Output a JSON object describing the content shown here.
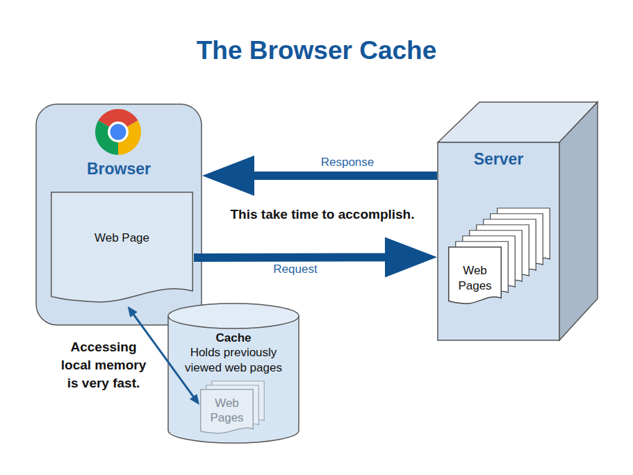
{
  "diagram": {
    "title": "The Browser Cache",
    "nodes": [
      {
        "text": [
          "Browser"
        ]
      },
      {
        "text": [
          "Web Page"
        ],
        "in": 0
      },
      {
        "text": [
          "Server"
        ]
      },
      {
        "text": [
          "Web Pages"
        ],
        "in": 2
      },
      {
        "text": [
          "Cache",
          "Holds previously viewed web pages"
        ]
      },
      {
        "text": [
          "Web Pages"
        ],
        "in": 4
      }
    ],
    "edges": [
      {
        "from": 2,
        "to": 0,
        "label": "Response",
        "arrow": "to"
      },
      {
        "from": 1,
        "to": 2,
        "label": "Request",
        "arrow": "to"
      },
      {
        "from": 1,
        "to": 5,
        "arrow": "both"
      }
    ],
    "labels": [
      "This take time to accomplish.",
      "Accessing local memory is very fast."
    ]
  }
}
